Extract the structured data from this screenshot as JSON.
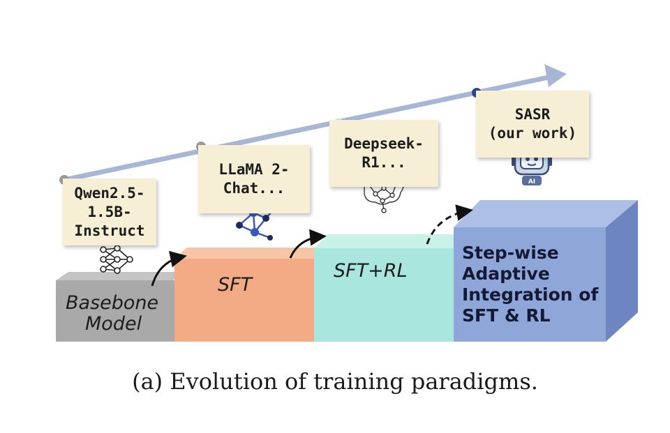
{
  "models": [
    {
      "lines": [
        "Qwen2.5-",
        "1.5B-",
        "Instruct"
      ],
      "icon": "neural-network-icon"
    },
    {
      "lines": [
        "LLaMA 2-",
        "Chat..."
      ],
      "icon": "molecule-network-icon"
    },
    {
      "lines": [
        "Deepseek-",
        "R1..."
      ],
      "icon": "brain-network-icon"
    },
    {
      "lines": [
        "SASR",
        "(our work)"
      ],
      "icon": "robot-ai-icon",
      "badge": "AI"
    }
  ],
  "stages": [
    {
      "lines": [
        "Basebone",
        "Model"
      ],
      "color": "#a9a9a9"
    },
    {
      "lines": [
        "SFT"
      ],
      "color": "#f2ab84"
    },
    {
      "lines": [
        "SFT+RL"
      ],
      "color": "#a8e6de"
    },
    {
      "lines": [
        "Step-wise",
        "Adaptive",
        "Integration of",
        "SFT & RL"
      ],
      "color": "#8fa6d9"
    }
  ],
  "caption": "(a) Evolution of training paradigms."
}
